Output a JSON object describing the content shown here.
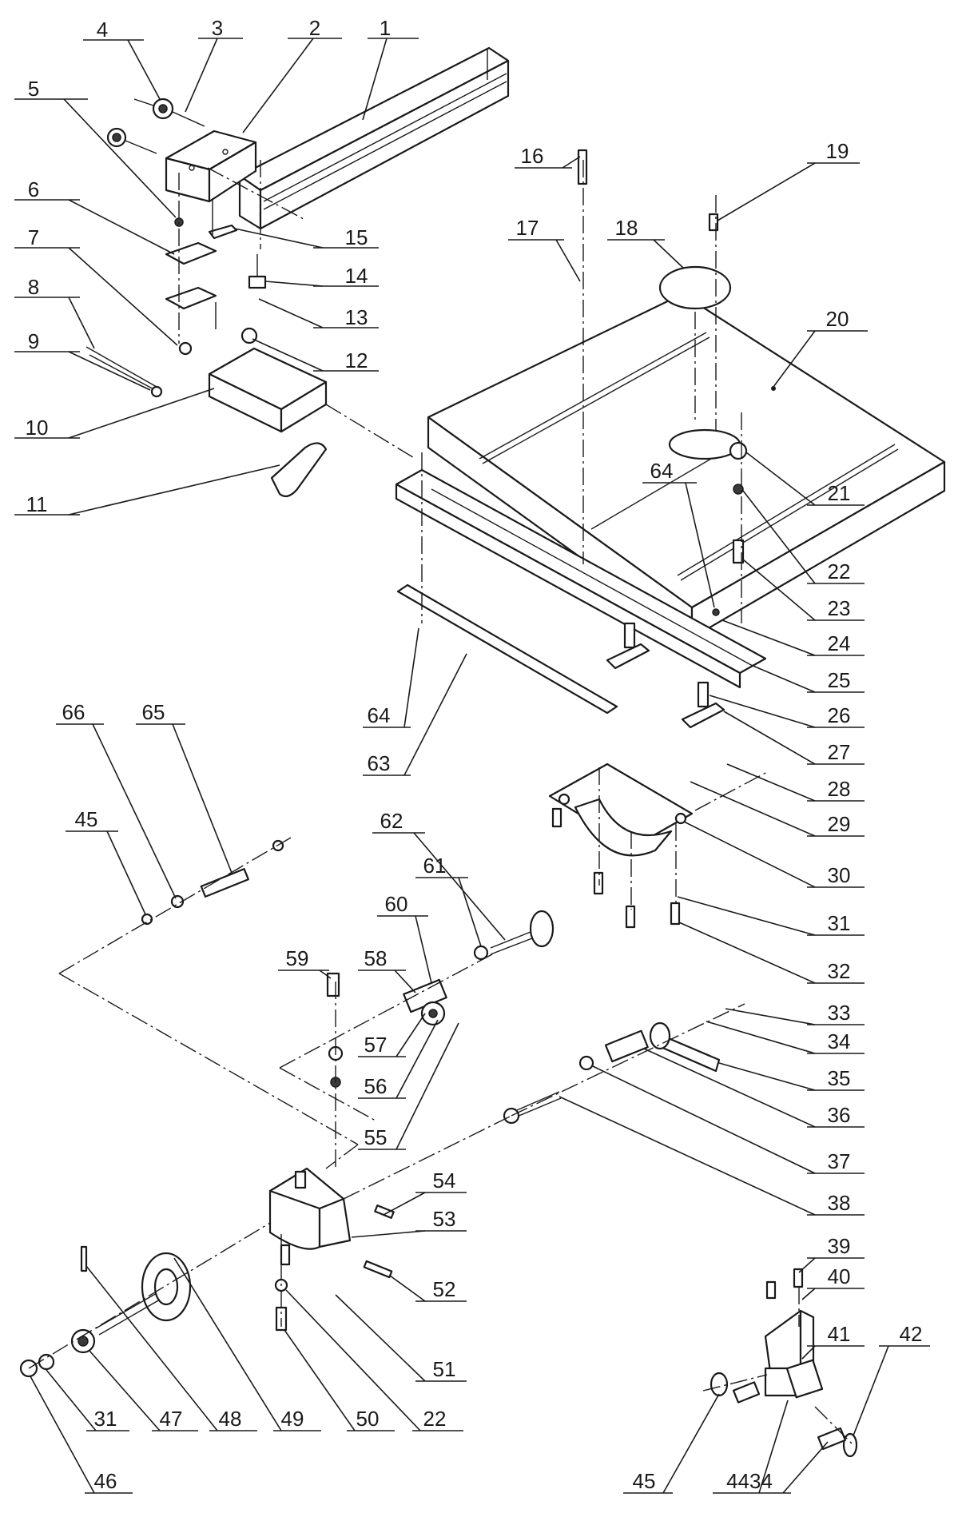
{
  "callouts": [
    {
      "id": "c1",
      "label": "1"
    },
    {
      "id": "c2",
      "label": "2"
    },
    {
      "id": "c3",
      "label": "3"
    },
    {
      "id": "c4",
      "label": "4"
    },
    {
      "id": "c5",
      "label": "5"
    },
    {
      "id": "c6",
      "label": "6"
    },
    {
      "id": "c7",
      "label": "7"
    },
    {
      "id": "c8",
      "label": "8"
    },
    {
      "id": "c9",
      "label": "9"
    },
    {
      "id": "c10",
      "label": "10"
    },
    {
      "id": "c11",
      "label": "11"
    },
    {
      "id": "c12",
      "label": "12"
    },
    {
      "id": "c13",
      "label": "13"
    },
    {
      "id": "c14",
      "label": "14"
    },
    {
      "id": "c15",
      "label": "15"
    },
    {
      "id": "c16",
      "label": "16"
    },
    {
      "id": "c17",
      "label": "17"
    },
    {
      "id": "c18",
      "label": "18"
    },
    {
      "id": "c19",
      "label": "19"
    },
    {
      "id": "c20",
      "label": "20"
    },
    {
      "id": "c21",
      "label": "21"
    },
    {
      "id": "c22a",
      "label": "22"
    },
    {
      "id": "c23",
      "label": "23"
    },
    {
      "id": "c24",
      "label": "24"
    },
    {
      "id": "c25",
      "label": "25"
    },
    {
      "id": "c26",
      "label": "26"
    },
    {
      "id": "c27",
      "label": "27"
    },
    {
      "id": "c28",
      "label": "28"
    },
    {
      "id": "c29",
      "label": "29"
    },
    {
      "id": "c30",
      "label": "30"
    },
    {
      "id": "c31a",
      "label": "31"
    },
    {
      "id": "c32",
      "label": "32"
    },
    {
      "id": "c33",
      "label": "33"
    },
    {
      "id": "c34",
      "label": "34"
    },
    {
      "id": "c35",
      "label": "35"
    },
    {
      "id": "c36",
      "label": "36"
    },
    {
      "id": "c37",
      "label": "37"
    },
    {
      "id": "c38",
      "label": "38"
    },
    {
      "id": "c39",
      "label": "39"
    },
    {
      "id": "c40",
      "label": "40"
    },
    {
      "id": "c41",
      "label": "41"
    },
    {
      "id": "c42",
      "label": "42"
    },
    {
      "id": "c64b",
      "label": "64"
    },
    {
      "id": "c64a",
      "label": "64"
    },
    {
      "id": "c63",
      "label": "63"
    },
    {
      "id": "c66",
      "label": "66"
    },
    {
      "id": "c65",
      "label": "65"
    },
    {
      "id": "c45a",
      "label": "45"
    },
    {
      "id": "c62",
      "label": "62"
    },
    {
      "id": "c61",
      "label": "61"
    },
    {
      "id": "c60",
      "label": "60"
    },
    {
      "id": "c59",
      "label": "59"
    },
    {
      "id": "c58",
      "label": "58"
    },
    {
      "id": "c57",
      "label": "57"
    },
    {
      "id": "c56",
      "label": "56"
    },
    {
      "id": "c55",
      "label": "55"
    },
    {
      "id": "c54",
      "label": "54"
    },
    {
      "id": "c53",
      "label": "53"
    },
    {
      "id": "c52",
      "label": "52"
    },
    {
      "id": "c51",
      "label": "51"
    },
    {
      "id": "c31b",
      "label": "31"
    },
    {
      "id": "c47",
      "label": "47"
    },
    {
      "id": "c48",
      "label": "48"
    },
    {
      "id": "c49",
      "label": "49"
    },
    {
      "id": "c50",
      "label": "50"
    },
    {
      "id": "c22b",
      "label": "22"
    },
    {
      "id": "c46",
      "label": "46"
    },
    {
      "id": "c45b",
      "label": "45"
    },
    {
      "id": "c4434",
      "label": "4434"
    }
  ]
}
